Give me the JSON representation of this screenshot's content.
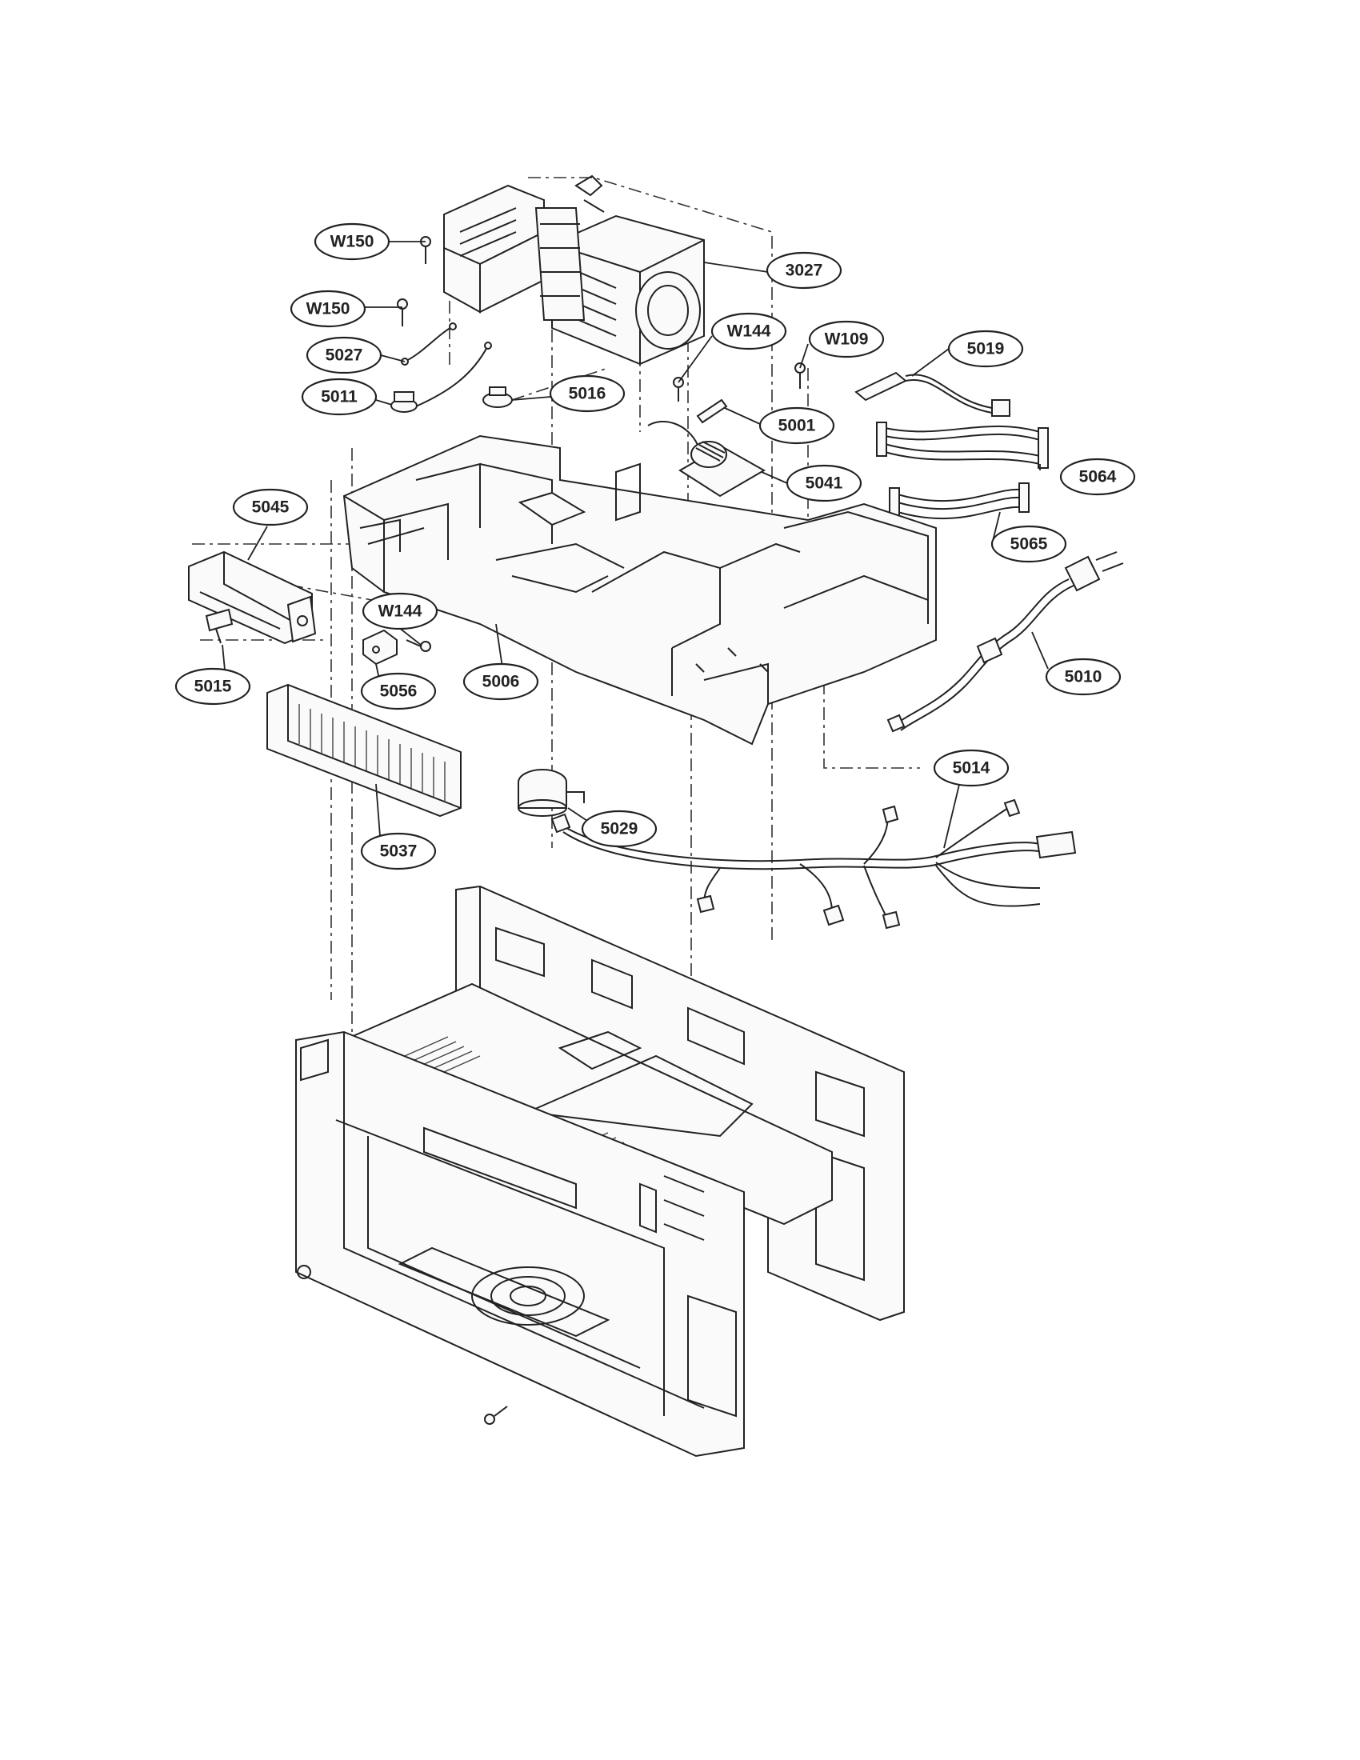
{
  "callouts": [
    {
      "id": "w150-top",
      "label": "W150"
    },
    {
      "id": "3027",
      "label": "3027"
    },
    {
      "id": "w150-mid",
      "label": "W150"
    },
    {
      "id": "w144-top",
      "label": "W144"
    },
    {
      "id": "w109",
      "label": "W109"
    },
    {
      "id": "5019",
      "label": "5019"
    },
    {
      "id": "5027",
      "label": "5027"
    },
    {
      "id": "5011",
      "label": "5011"
    },
    {
      "id": "5016",
      "label": "5016"
    },
    {
      "id": "5001",
      "label": "5001"
    },
    {
      "id": "5064",
      "label": "5064"
    },
    {
      "id": "5041",
      "label": "5041"
    },
    {
      "id": "5045",
      "label": "5045"
    },
    {
      "id": "5065",
      "label": "5065"
    },
    {
      "id": "w144-mid",
      "label": "W144"
    },
    {
      "id": "5010",
      "label": "5010"
    },
    {
      "id": "5015",
      "label": "5015"
    },
    {
      "id": "5056",
      "label": "5056"
    },
    {
      "id": "5006",
      "label": "5006"
    },
    {
      "id": "5014",
      "label": "5014"
    },
    {
      "id": "5029",
      "label": "5029"
    },
    {
      "id": "5037",
      "label": "5037"
    }
  ]
}
